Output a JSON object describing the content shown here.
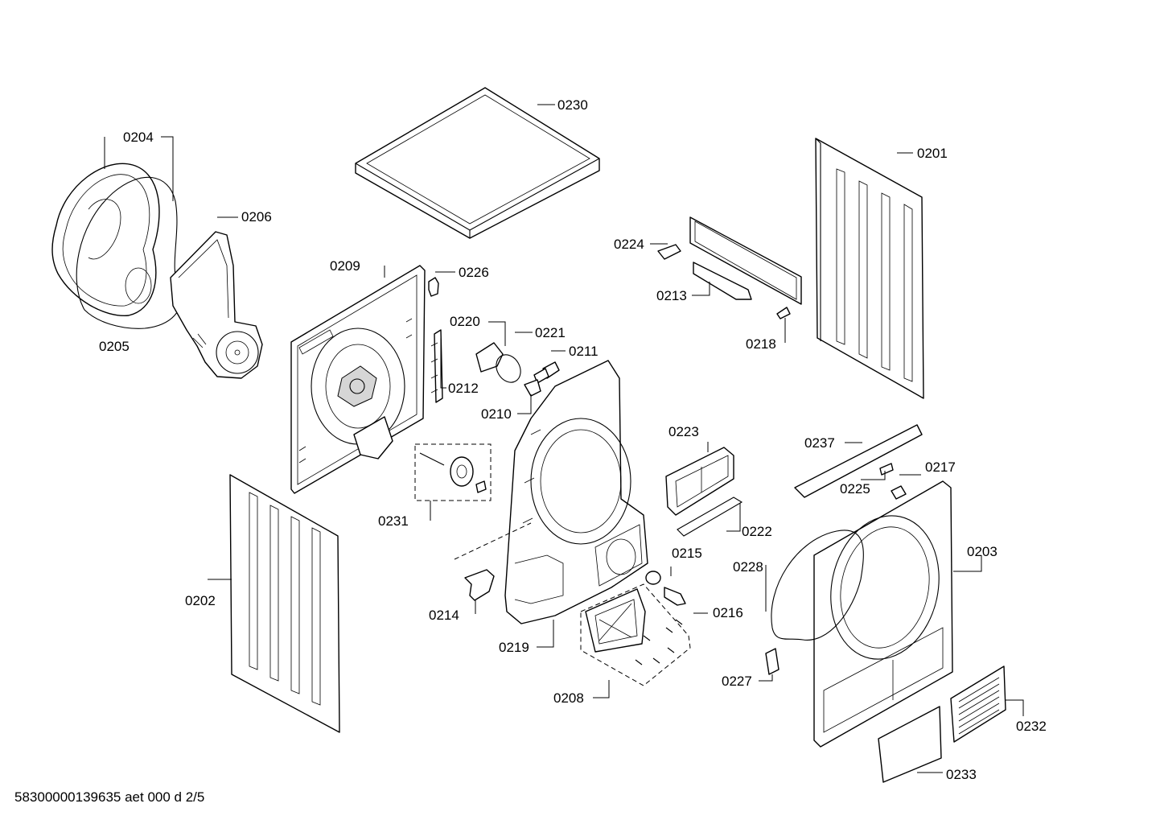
{
  "labels": {
    "p0201": "0201",
    "p0202": "0202",
    "p0203": "0203",
    "p0204": "0204",
    "p0205": "0205",
    "p0206": "0206",
    "p0208": "0208",
    "p0209": "0209",
    "p0210": "0210",
    "p0211": "0211",
    "p0212": "0212",
    "p0213": "0213",
    "p0214": "0214",
    "p0215": "0215",
    "p0216": "0216",
    "p0217": "0217",
    "p0218": "0218",
    "p0219": "0219",
    "p0220": "0220",
    "p0221": "0221",
    "p0222": "0222",
    "p0223": "0223",
    "p0224": "0224",
    "p0225": "0225",
    "p0226": "0226",
    "p0227": "0227",
    "p0228": "0228",
    "p0230": "0230",
    "p0231": "0231",
    "p0232": "0232",
    "p0233": "0233",
    "p0237": "0237"
  },
  "footer": "58300000139635 aet 000 d 2/5"
}
